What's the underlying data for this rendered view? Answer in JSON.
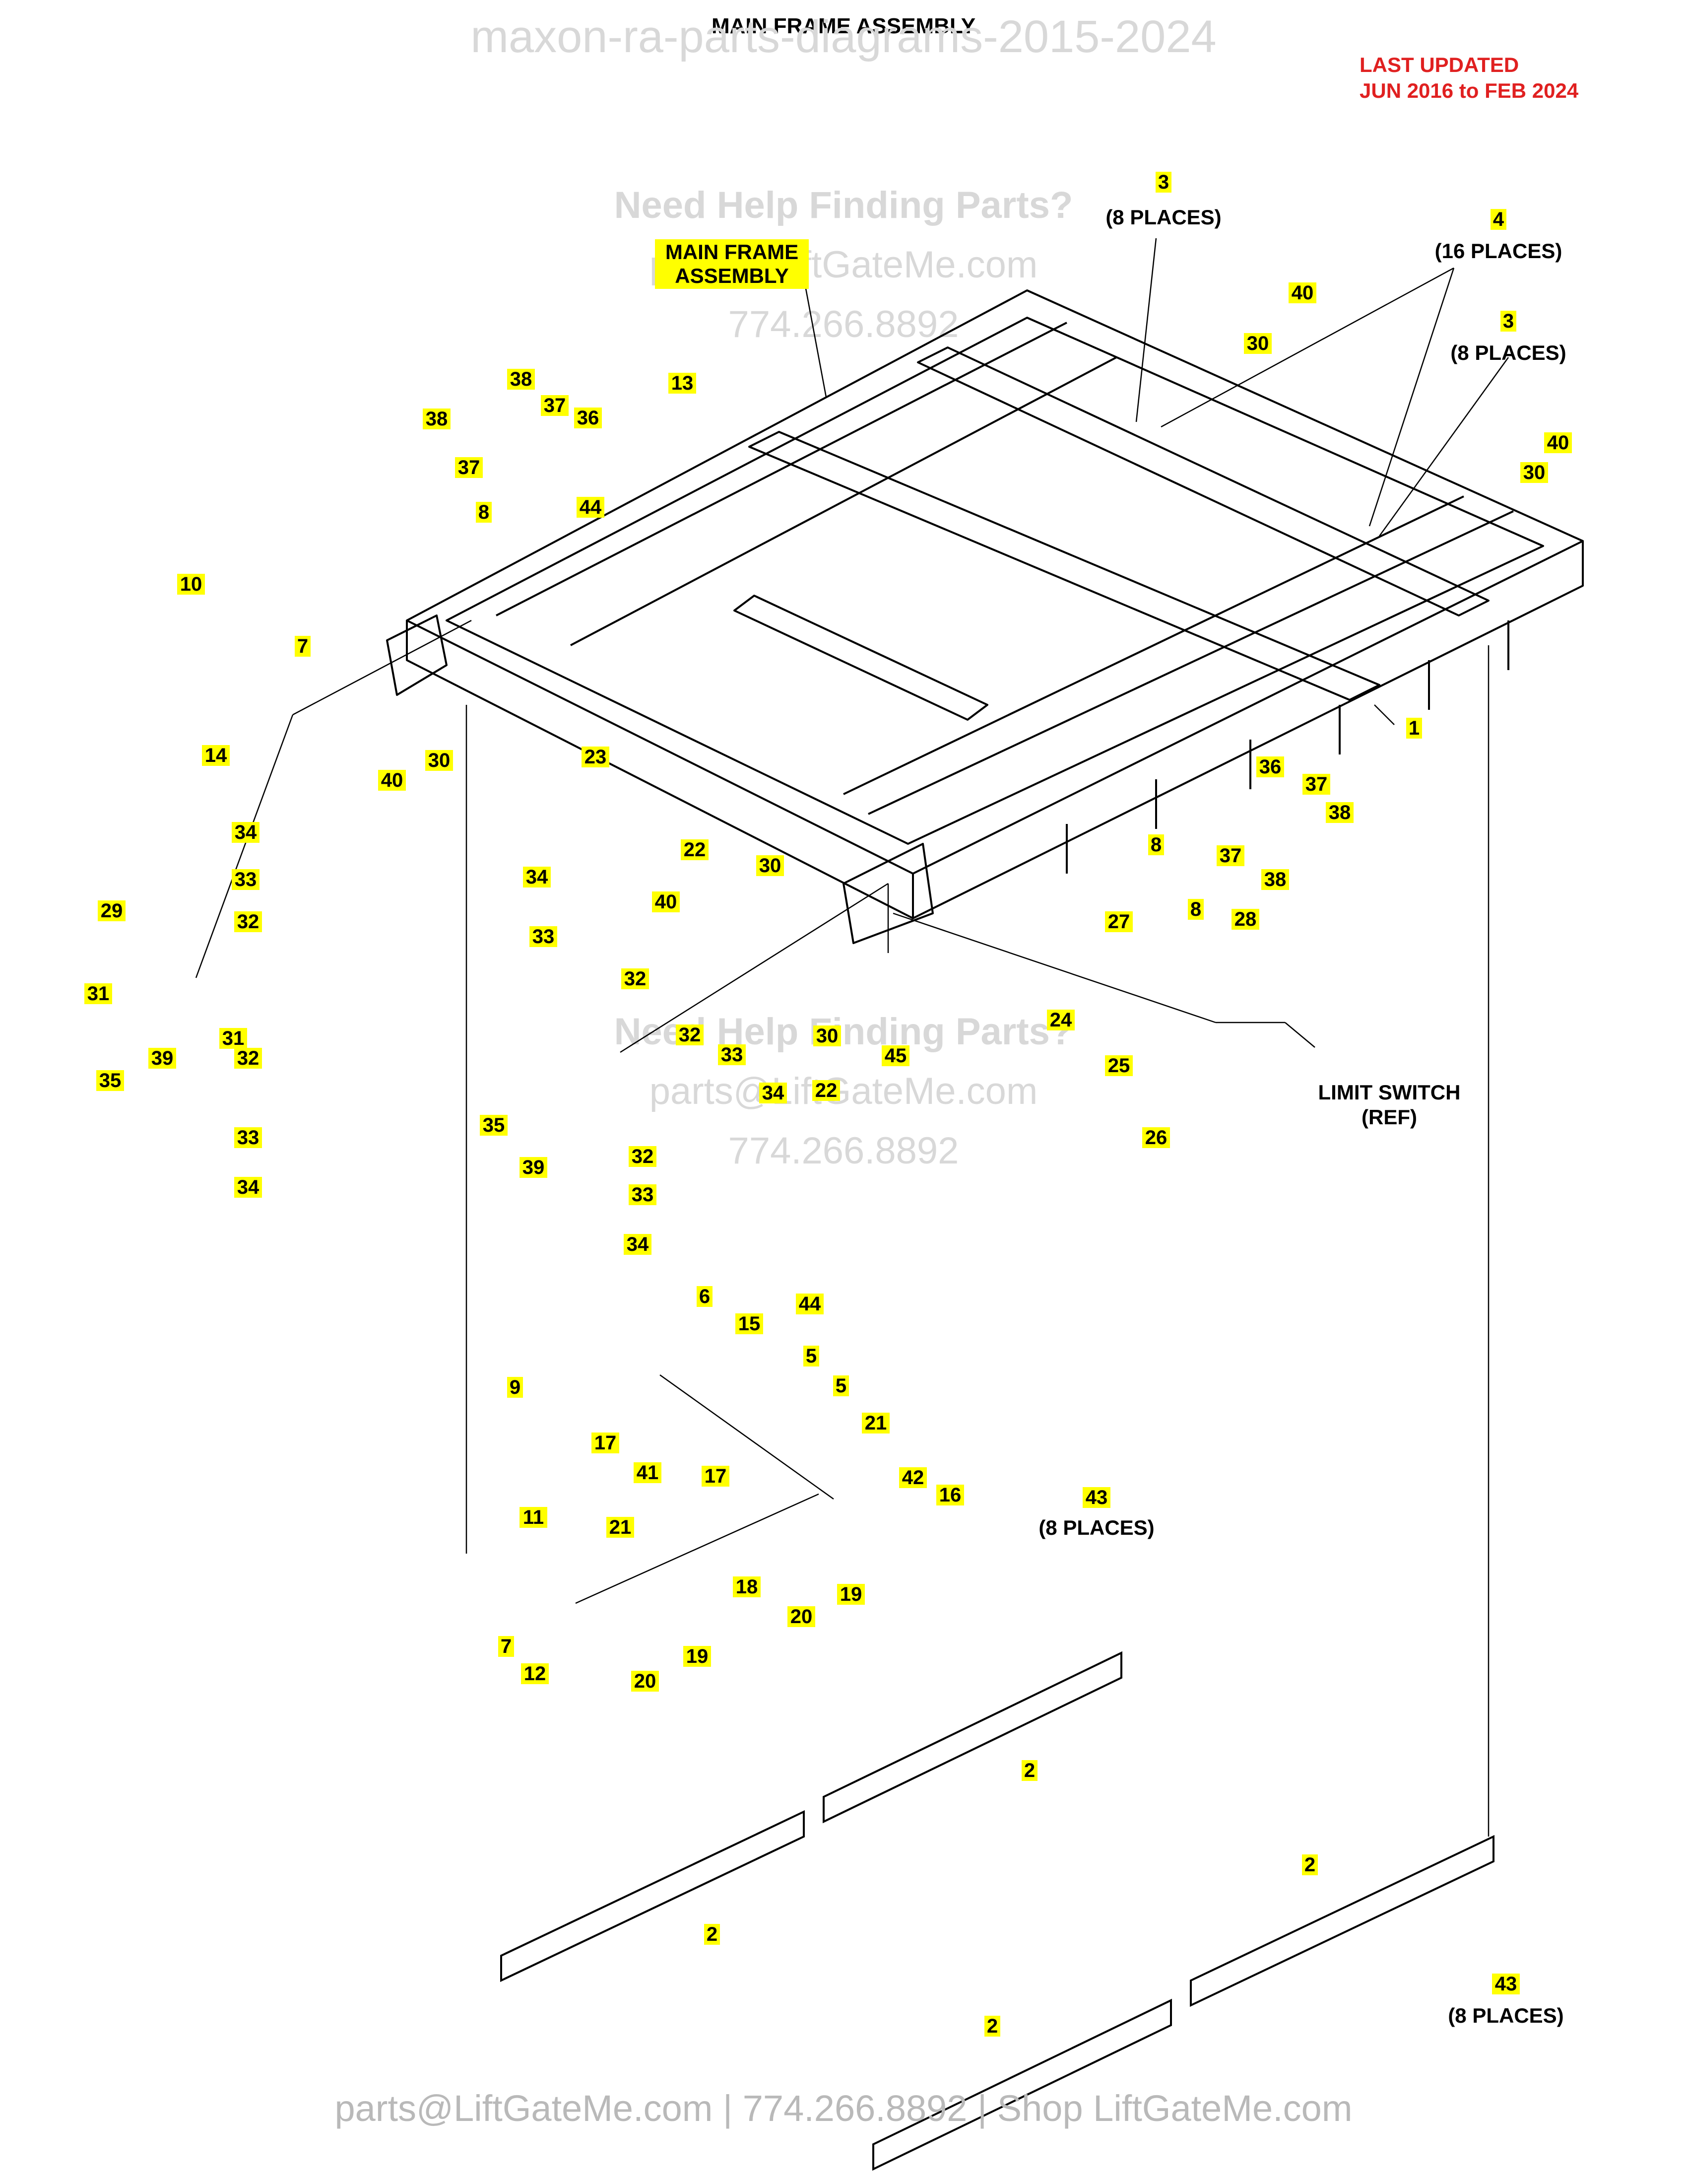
{
  "title": "MAIN FRAME ASSEMBLY",
  "last_updated": [
    "LAST UPDATED",
    "JUN 2016 to FEB 2024"
  ],
  "watermark": {
    "top": "maxon-ra-parts-diagrams-2015-2024",
    "help1": "Need Help Finding Parts?",
    "email1": "parts@LiftGateMe.com",
    "phone1": "774.266.8892",
    "help2": "Need Help Finding Parts?",
    "email2": "parts@LiftGateMe.com",
    "phone2": "774.266.8892"
  },
  "footer": "parts@LiftGateMe.com | 774.266.8892 | Shop LiftGateMe.com",
  "callout": [
    "MAIN FRAME",
    "ASSEMBLY"
  ],
  "notes": {
    "p3_top": "(8 PLACES)",
    "p4": "(16 PLACES)",
    "p3_right": "(8 PLACES)",
    "p43_top": "(8 PLACES)",
    "p43_bottom": "(8 PLACES)",
    "limit_switch": [
      "LIMIT SWITCH",
      "(REF)"
    ]
  },
  "part_labels": [
    "3",
    "4",
    "3",
    "40",
    "30",
    "40",
    "30",
    "38",
    "38",
    "37",
    "37",
    "36",
    "13",
    "8",
    "10",
    "7",
    "14",
    "40",
    "30",
    "1",
    "23",
    "22",
    "40",
    "30",
    "36",
    "37",
    "38",
    "37",
    "38",
    "8",
    "27",
    "8",
    "28",
    "34",
    "33",
    "32",
    "31",
    "34",
    "33",
    "32",
    "32",
    "33",
    "34",
    "35",
    "39",
    "31",
    "29",
    "30",
    "45",
    "22",
    "24",
    "25",
    "26",
    "32",
    "33",
    "34",
    "32",
    "33",
    "34",
    "35",
    "39",
    "44",
    "6",
    "15",
    "44",
    "5",
    "5",
    "9",
    "17",
    "41",
    "17",
    "21",
    "42",
    "16",
    "11",
    "21",
    "18",
    "20",
    "19",
    "7",
    "12",
    "20",
    "19",
    "43",
    "2",
    "2",
    "2",
    "2",
    "43"
  ],
  "highlight_color": "#ffff00"
}
